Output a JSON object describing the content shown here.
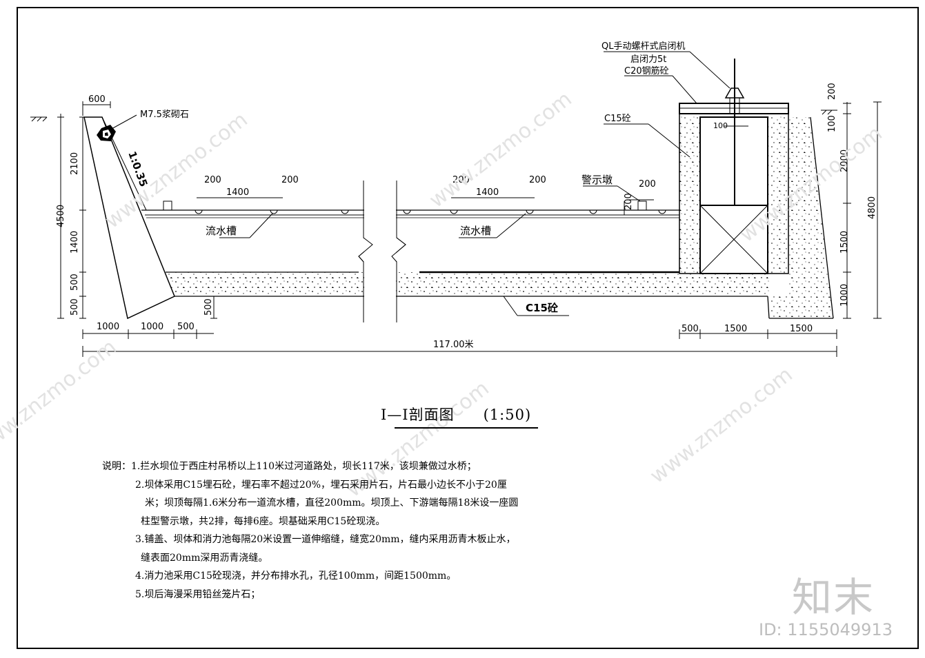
{
  "title": {
    "main": "I—I剖面图",
    "scale": "(1:50)"
  },
  "labels": {
    "masonry": "M7.5浆砌石",
    "slope": "1:0.35",
    "channel": "流水槽",
    "warning_pier": "警示墩",
    "gate_hoist": "QL手动螺杆式启闭机",
    "hoist_force": "启闭力5t",
    "rc_concrete": "C20钢筋砼",
    "c15_concrete": "C15砼",
    "c15_bottom": "C15砼"
  },
  "dimensions": {
    "top_width": "600",
    "left_2100": "2100",
    "left_4500": "4500",
    "left_1400": "1400",
    "left_500a": "500",
    "left_500b": "500",
    "bottom_1000a": "1000",
    "bottom_1000b": "1000",
    "bottom_500": "500",
    "step_500": "500",
    "groove_200": "200",
    "groove_1400": "1400",
    "pier_200": "200",
    "gate_100": "100",
    "right_200": "200",
    "right_100": "100",
    "right_2000": "2000",
    "right_1500": "1500",
    "right_1000": "1000",
    "right_4800": "4800",
    "base_500": "500",
    "base_1500a": "1500",
    "base_1500b": "1500",
    "total": "117.00米"
  },
  "notes": [
    "说明：1.拦水坝位于西庄村吊桥以上110米过河道路处，坝长117米，该坝兼做过水桥；",
    "2.坝体采用C15埋石砼，埋石率不超过20%，埋石采用片石，片石最小边长不小于20厘",
    "米；坝顶每隔1.6米分布一道流水槽，直径200mm。坝顶上、下游端每隔18米设一座圆",
    "柱型警示墩，共2排，每排6座。坝基础采用C15砼现浇。",
    "3.铺盖、坝体和消力池每隔20米设置一道伸缩缝，缝宽20mm，缝内采用沥青木板止水，",
    "缝表面20mm深用沥青浇缝。",
    "4.消力池采用C15砼现浇，并分布排水孔，孔径100mm，间距1500mm。",
    "5.坝后海漫采用铅丝笼片石；"
  ],
  "watermark": {
    "logo": "知末",
    "id": "ID: 1155049913",
    "site": "www.znzmo.com"
  }
}
